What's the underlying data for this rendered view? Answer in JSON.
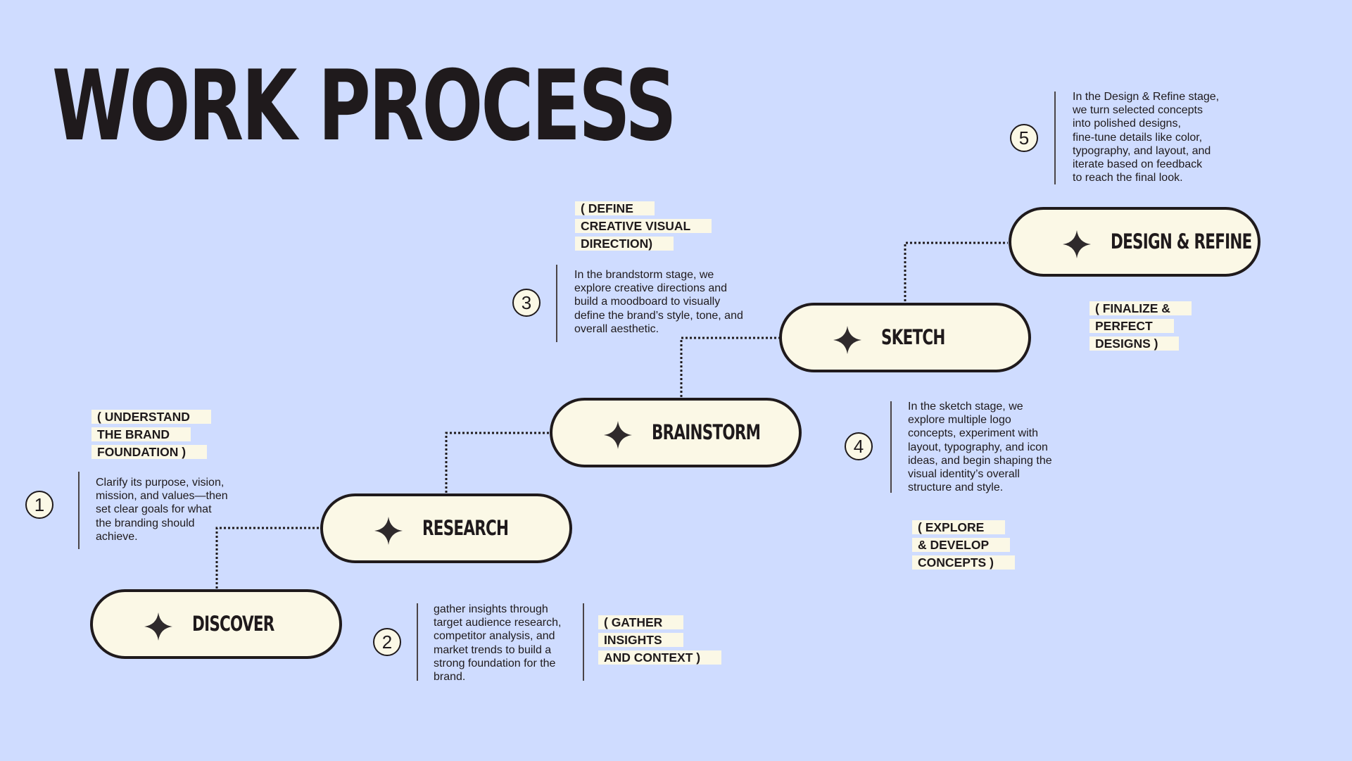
{
  "page": {
    "title": "WORK PROCESS",
    "background": "#cfdcff",
    "accent": "#fbf8e6",
    "ink": "#1f1a1c"
  },
  "steps": [
    {
      "number": "1",
      "label": "DISCOVER",
      "icon": "four-point-star-icon",
      "tag_lines": [
        "( UNDERSTAND",
        "THE BRAND",
        "FOUNDATION )"
      ],
      "desc_lines": [
        "Clarify its purpose, vision,",
        "mission, and values—then",
        "set clear goals for what",
        "the branding should",
        "achieve."
      ]
    },
    {
      "number": "2",
      "label": "RESEARCH",
      "icon": "four-point-star-icon",
      "tag_lines": [
        "( GATHER",
        "INSIGHTS",
        "AND CONTEXT )"
      ],
      "desc_lines": [
        "gather insights through",
        "target audience research,",
        "competitor analysis, and",
        "market trends to build a",
        "strong foundation for the",
        "brand."
      ]
    },
    {
      "number": "3",
      "label": "BRAINSTORM",
      "icon": "four-point-star-icon",
      "tag_lines": [
        "( DEFINE",
        "CREATIVE VISUAL",
        "DIRECTION)"
      ],
      "desc_lines": [
        "In the brandstorm stage, we",
        "explore creative directions and",
        "build a moodboard to visually",
        "define the brand’s style, tone, and",
        "overall aesthetic."
      ]
    },
    {
      "number": "4",
      "label": "SKETCH",
      "icon": "four-point-star-icon",
      "tag_lines": [
        "( EXPLORE",
        "& DEVELOP",
        "CONCEPTS )"
      ],
      "desc_lines": [
        "In the sketch stage, we",
        "explore multiple logo",
        "concepts, experiment with",
        "layout, typography, and icon",
        "ideas, and begin shaping the",
        "visual identity’s overall",
        "structure and style."
      ]
    },
    {
      "number": "5",
      "label": "DESIGN & REFINE",
      "icon": "four-point-star-icon",
      "tag_lines": [
        "( FINALIZE &",
        "PERFECT",
        "DESIGNS )"
      ],
      "desc_lines": [
        "In the Design & Refine stage,",
        "we turn selected concepts",
        "into polished designs,",
        "fine-tune details like color,",
        "typography, and layout, and",
        "iterate based on feedback",
        "to reach the final look."
      ]
    }
  ]
}
